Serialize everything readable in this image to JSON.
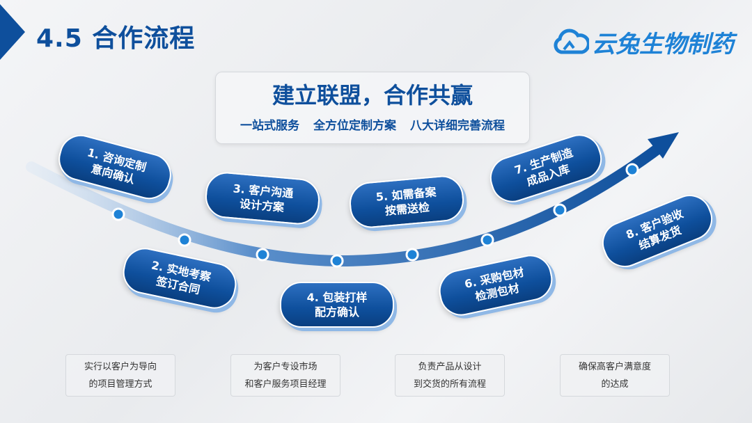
{
  "header": {
    "title": "4.5 合作流程",
    "logo_text": "云兔生物制药"
  },
  "center": {
    "headline": "建立联盟，合作共赢",
    "tags": [
      "一站式服务",
      "全方位定制方案",
      "八大详细完善流程"
    ]
  },
  "steps": [
    {
      "line1": "1. 咨询定制",
      "line2": "意向确认"
    },
    {
      "line1": "2. 实地考察",
      "line2": "签订合同"
    },
    {
      "line1": "3. 客户沟通",
      "line2": "设计方案"
    },
    {
      "line1": "4. 包装打样",
      "line2": "配方确认"
    },
    {
      "line1": "5. 如需备案",
      "line2": "按需送检"
    },
    {
      "line1": "6. 采购包材",
      "line2": "检测包材"
    },
    {
      "line1": "7. 生产制造",
      "line2": "成品入库"
    },
    {
      "line1": "8. 客户验收",
      "line2": "结算发货"
    }
  ],
  "notes": [
    {
      "line1": "实行以客户为导向",
      "line2": "的项目管理方式"
    },
    {
      "line1": "为客户专设市场",
      "line2": "和客户服务项目经理"
    },
    {
      "line1": "负责产品从设计",
      "line2": "到交货的所有流程"
    },
    {
      "line1": "确保高客户满意度",
      "line2": "的达成"
    }
  ],
  "colors": {
    "primary": "#0e4f9c",
    "logo": "#1e82d6"
  }
}
